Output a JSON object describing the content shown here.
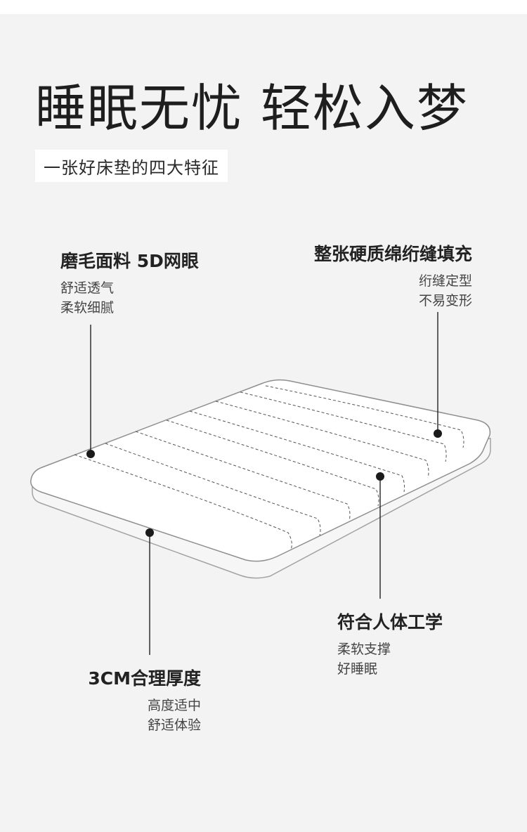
{
  "headline": "睡眠无忧 轻松入梦",
  "subtitle": "一张好床垫的四大特征",
  "features": [
    {
      "title": "磨毛面料 5D网眼",
      "lines": [
        "舒适透气",
        "柔软细腻"
      ]
    },
    {
      "title": "整张硬质绵绗缝填充",
      "lines": [
        "绗缝定型",
        "不易变形"
      ]
    },
    {
      "title": "3CM合理厚度",
      "lines": [
        "高度适中",
        "舒适体验"
      ]
    },
    {
      "title": "符合人体工学",
      "lines": [
        "柔软支撑",
        "好睡眠"
      ]
    }
  ],
  "colors": {
    "background": "#f3f3f3",
    "text": "#222222",
    "mattress": "#ffffff",
    "outline": "#9a9a9a",
    "callout": "#1a1a1a"
  }
}
